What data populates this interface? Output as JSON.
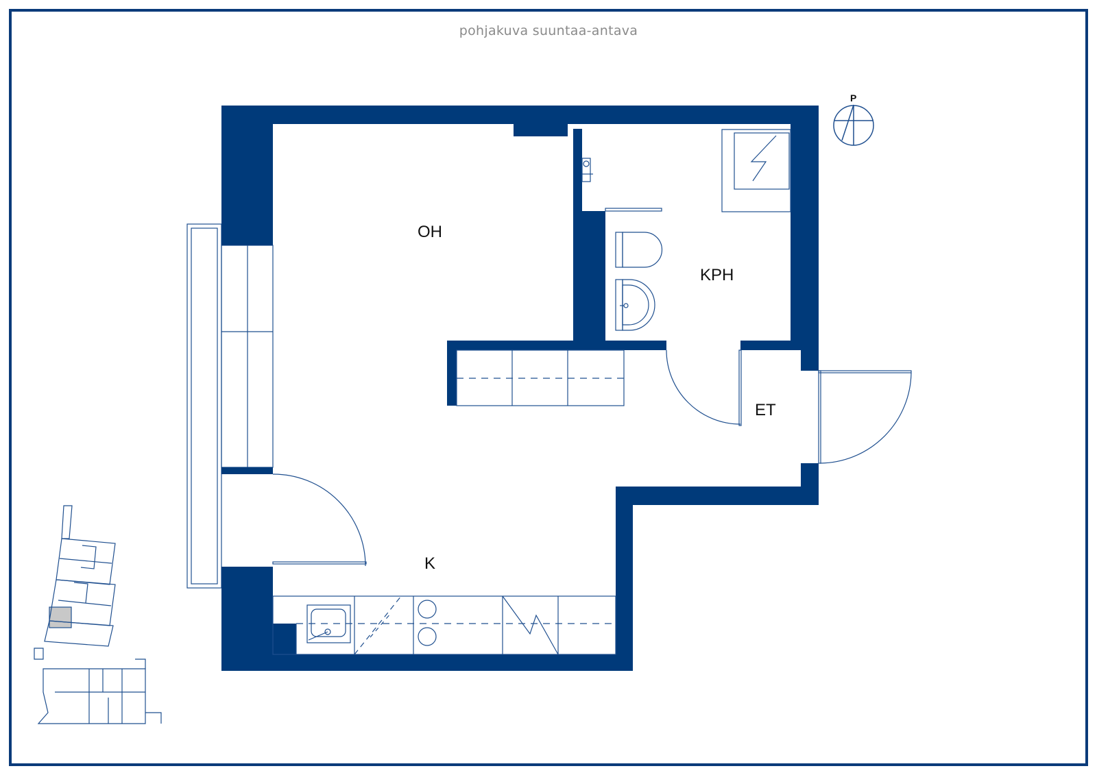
{
  "caption": "pohjakuva suuntaa-antava",
  "colors": {
    "wall": "#003a7a",
    "line": "#1f4f8f",
    "site_highlight": "#c8c8c8"
  },
  "rooms": [
    {
      "id": "oh",
      "label": "OH"
    },
    {
      "id": "kph",
      "label": "KPH"
    },
    {
      "id": "et",
      "label": "ET"
    },
    {
      "id": "k",
      "label": "K"
    }
  ],
  "compass": {
    "label": "P",
    "icon": "north-arrow-icon"
  },
  "icons": [
    "toilet-icon",
    "washbasin-icon",
    "shower-icon",
    "kitchen-sink-icon",
    "stove-icon",
    "door-swing-icon",
    "site-plan-icon"
  ]
}
